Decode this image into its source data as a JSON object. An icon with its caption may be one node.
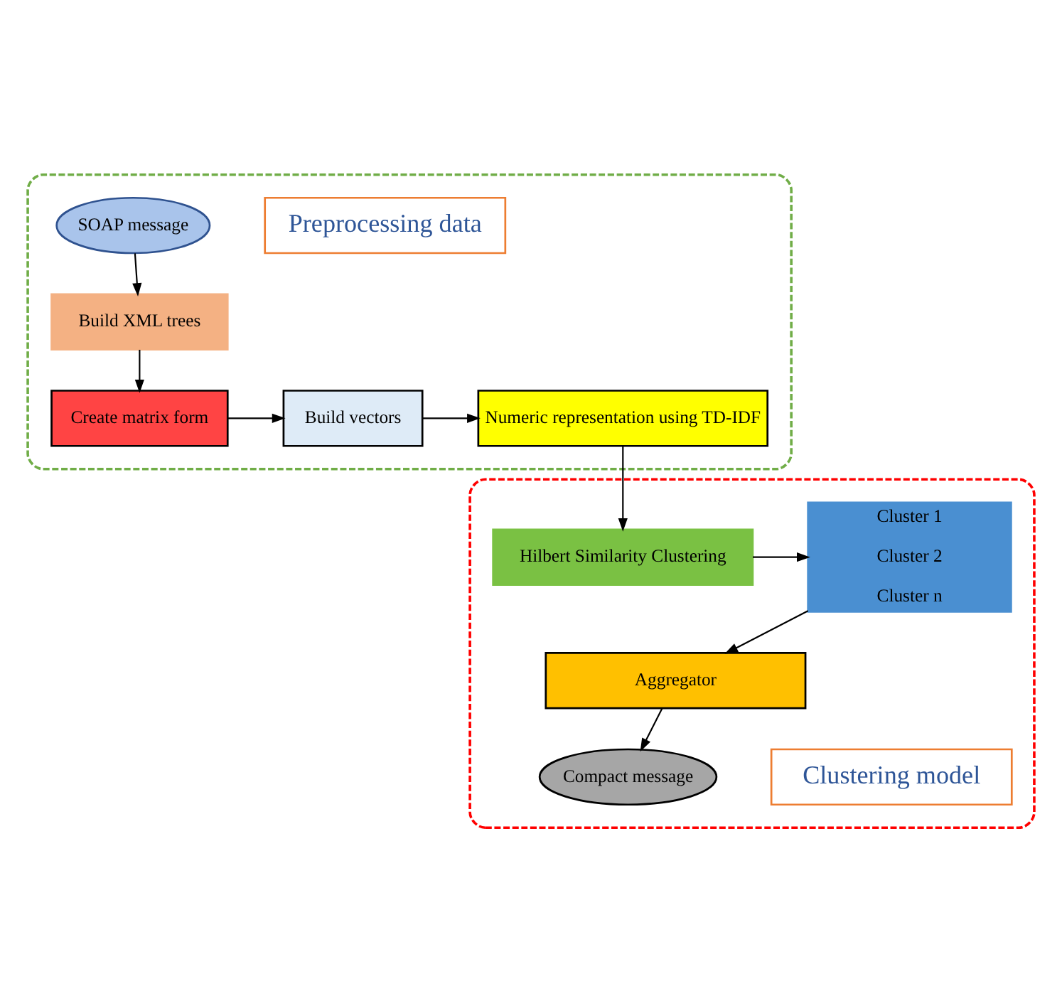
{
  "diagram": {
    "nodes": [
      {
        "text": [],
        "shape": "box"
      },
      {
        "text": [
          "Preprocessing data"
        ],
        "in": 0
      },
      {
        "text": [
          "SOAP message"
        ],
        "in": 0
      },
      {
        "text": [
          "Build XML trees"
        ],
        "in": 0
      },
      {
        "text": [
          "Create matrix form"
        ],
        "in": 0
      },
      {
        "text": [
          "Build vectors"
        ],
        "in": 0
      },
      {
        "text": [
          "Numeric representation using TD-IDF"
        ],
        "in": 0
      },
      {
        "text": [],
        "shape": "box"
      },
      {
        "text": [
          "Hilbert Similarity Clustering"
        ],
        "in": 7
      },
      {
        "text": [
          "Cluster 1",
          "Cluster 2",
          "Cluster n"
        ],
        "in": 7
      },
      {
        "text": [
          "Aggregator"
        ],
        "in": 7
      },
      {
        "text": [
          "Compact message"
        ],
        "in": 7
      },
      {
        "text": [
          "Clustering model"
        ],
        "in": 7
      }
    ],
    "edges": [
      {
        "from": 2,
        "to": 3,
        "arrow": "to"
      },
      {
        "from": 3,
        "to": 4,
        "arrow": "to"
      },
      {
        "from": 4,
        "to": 5,
        "arrow": "to"
      },
      {
        "from": 5,
        "to": 6,
        "arrow": "to"
      },
      {
        "from": 6,
        "to": 8,
        "arrow": "to"
      },
      {
        "from": 8,
        "to": 9,
        "arrow": "to"
      },
      {
        "from": 9,
        "to": 10,
        "arrow": "to"
      },
      {
        "from": 10,
        "to": 11,
        "arrow": "to"
      }
    ]
  }
}
